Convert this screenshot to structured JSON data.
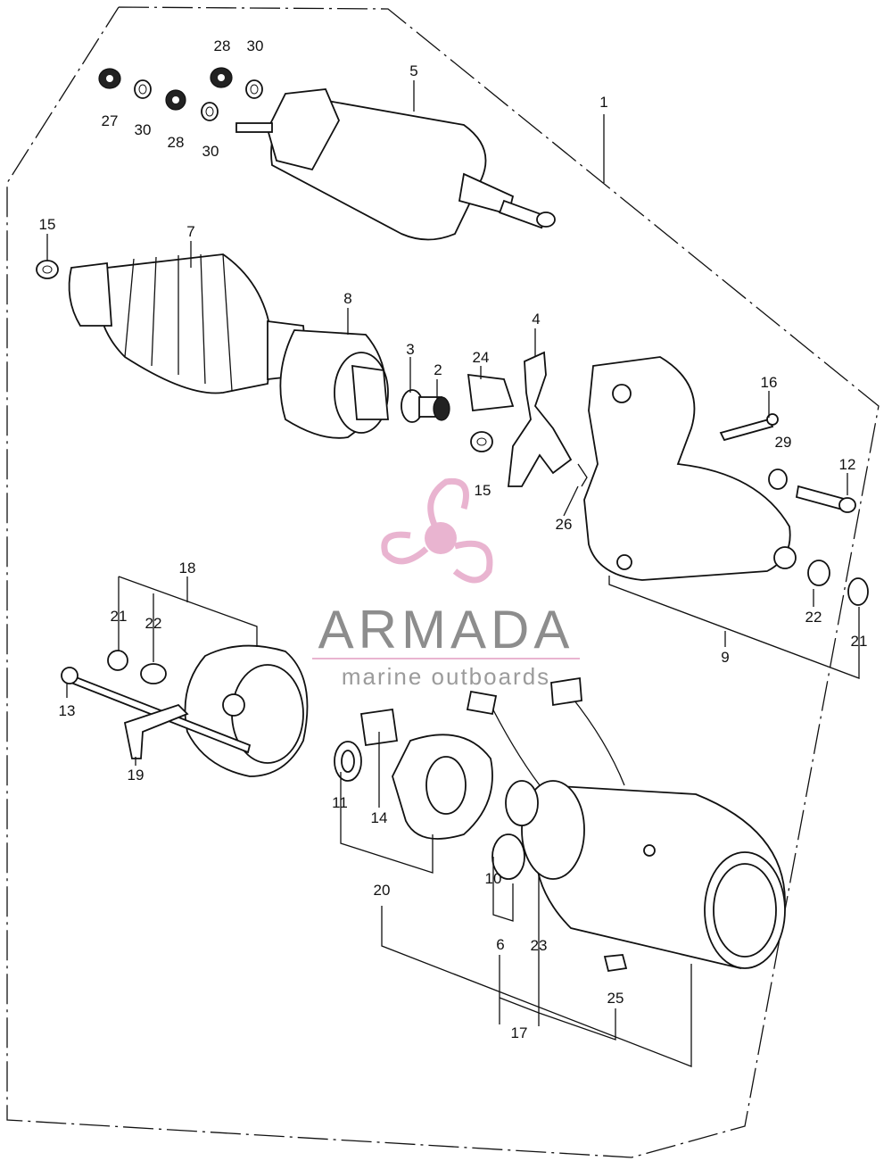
{
  "diagram": {
    "labels": {
      "1": "1",
      "2": "2",
      "3": "3",
      "4": "4",
      "5": "5",
      "6": "6",
      "7": "7",
      "8": "8",
      "9": "9",
      "10": "10",
      "11": "11",
      "12": "12",
      "13": "13",
      "14": "14",
      "15a": "15",
      "15b": "15",
      "16": "16",
      "17": "17",
      "18": "18",
      "19": "19",
      "20": "20",
      "21a": "21",
      "21b": "21",
      "22a": "22",
      "22b": "22",
      "23": "23",
      "24": "24",
      "25": "25",
      "26": "26",
      "27": "27",
      "28a": "28",
      "28b": "28",
      "29": "29",
      "30a": "30",
      "30b": "30",
      "30c": "30"
    }
  },
  "watermark": {
    "brand": "ARMADA",
    "tagline": "marine outboards",
    "brand_color": "#7a7a7a",
    "logo_color": "#e6a8c8"
  }
}
